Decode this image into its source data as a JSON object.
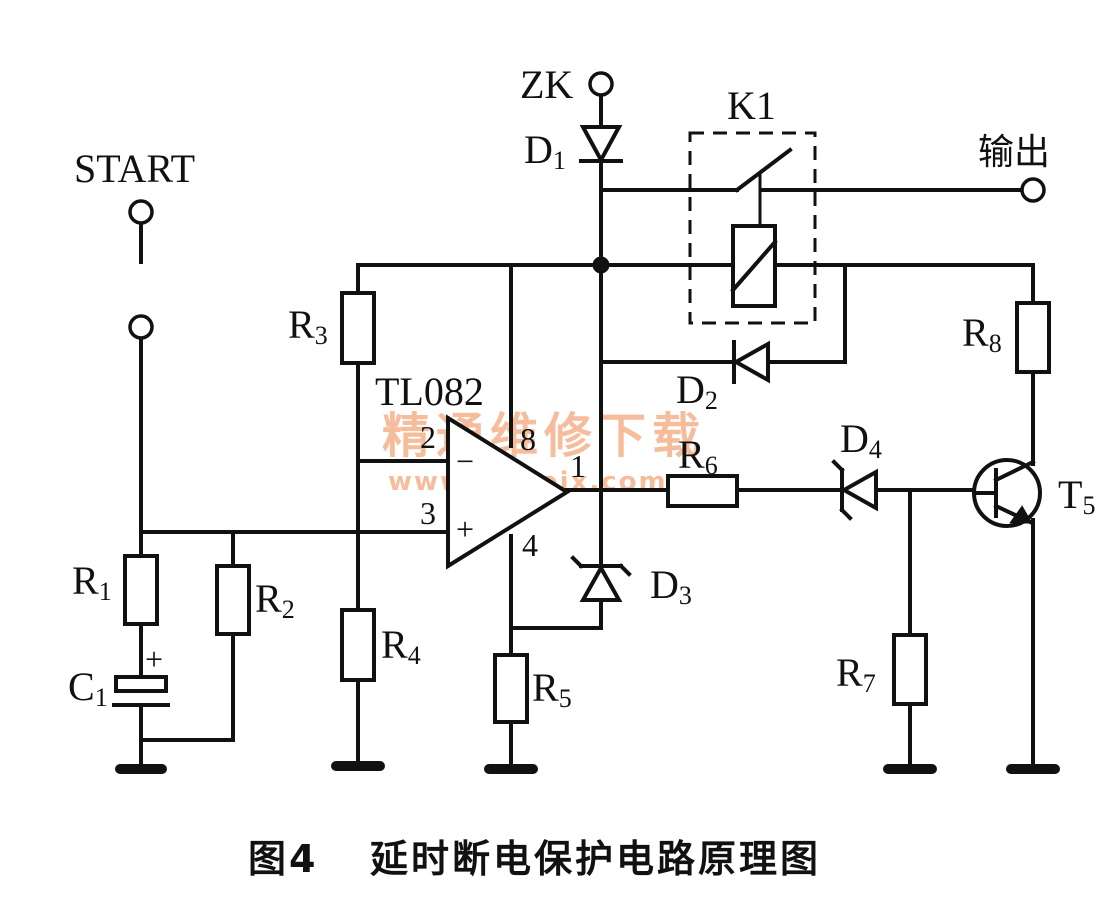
{
  "labels": {
    "zk": "ZK",
    "start": "START",
    "output": "输出",
    "k1": "K1",
    "tl082": "TL082",
    "d1": "D",
    "d1_sub": "1",
    "d2": "D",
    "d2_sub": "2",
    "d3": "D",
    "d3_sub": "3",
    "d4": "D",
    "d4_sub": "4",
    "r1": "R",
    "r1_sub": "1",
    "r2": "R",
    "r2_sub": "2",
    "r3": "R",
    "r3_sub": "3",
    "r4": "R",
    "r4_sub": "4",
    "r5": "R",
    "r5_sub": "5",
    "r6": "R",
    "r6_sub": "6",
    "r7": "R",
    "r7_sub": "7",
    "r8": "R",
    "r8_sub": "8",
    "c1": "C",
    "c1_sub": "1",
    "t5": "T",
    "t5_sub": "5",
    "plus_c1": "+"
  },
  "pins": {
    "p1": "1",
    "p2": "2",
    "p3": "3",
    "p4": "4",
    "p8": "8",
    "minus": "−",
    "plus": "+"
  },
  "watermark": {
    "cn": "精通维修下载",
    "url": "www.gzweix.com"
  },
  "caption": {
    "figure": "图4",
    "title": "延时断电保护电路原理图"
  },
  "colors": {
    "ink": "#111111",
    "watermark": "#f3a77b"
  }
}
